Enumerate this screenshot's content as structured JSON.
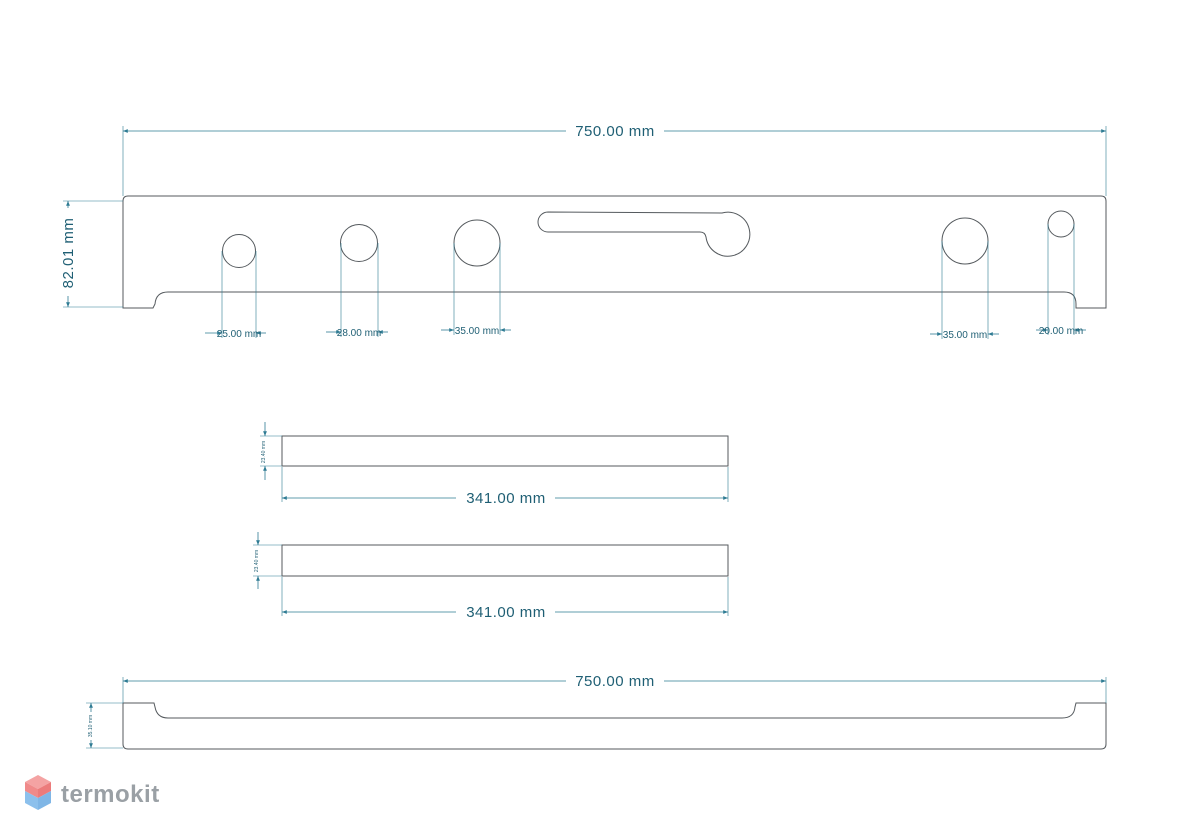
{
  "top_panel": {
    "width_label": "750.00 mm",
    "height_label": "82.01 mm",
    "hole_labels": [
      "25.00 mm",
      "28.00 mm",
      "35.00 mm",
      "35.00 mm",
      "20.00 mm"
    ]
  },
  "bar_1": {
    "length_label": "341.00 mm",
    "height_label": "23.40 mm"
  },
  "bar_2": {
    "length_label": "341.00 mm",
    "height_label": "23.40 mm"
  },
  "bottom_panel": {
    "width_label": "750.00 mm",
    "height_label": "35.10 mm"
  },
  "logo": {
    "text": "termokit"
  },
  "colors": {
    "outline": "#555a5e",
    "dimension": "#2e7b93",
    "dimension_text": "#1f5f74",
    "logo_gray": "#9aa0a5",
    "logo_red": "#f08a8a",
    "logo_blue": "#7fb6e6"
  }
}
